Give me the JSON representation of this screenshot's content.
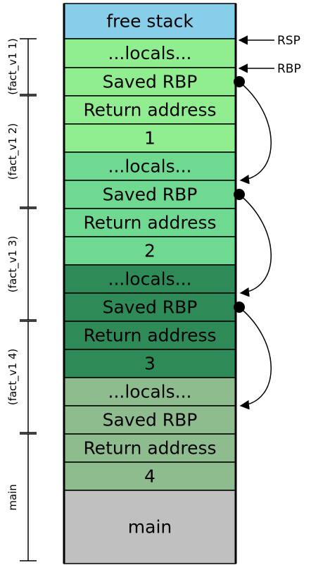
{
  "stack": {
    "cells": [
      {
        "label": "free stack",
        "color": "#87ceeb"
      },
      {
        "label": "...locals...",
        "color": "#90ee90"
      },
      {
        "label": "Saved RBP",
        "color": "#90ee90"
      },
      {
        "label": "Return address",
        "color": "#90ee90"
      },
      {
        "label": "1",
        "color": "#90ee90"
      },
      {
        "label": "...locals...",
        "color": "#6fd992"
      },
      {
        "label": "Saved RBP",
        "color": "#6fd992"
      },
      {
        "label": "Return address",
        "color": "#6fd992"
      },
      {
        "label": "2",
        "color": "#6fd992"
      },
      {
        "label": "...locals...",
        "color": "#2e8b57"
      },
      {
        "label": "Saved RBP",
        "color": "#2e8b57"
      },
      {
        "label": "Return address",
        "color": "#2e8b57"
      },
      {
        "label": "3",
        "color": "#2e8b57"
      },
      {
        "label": "...locals...",
        "color": "#8fbc8f"
      },
      {
        "label": "Saved RBP",
        "color": "#8fbc8f"
      },
      {
        "label": "Return address",
        "color": "#8fbc8f"
      },
      {
        "label": "4",
        "color": "#8fbc8f"
      },
      {
        "label": "main",
        "color": "#c0c0c0"
      }
    ]
  },
  "frames": [
    {
      "label": "(fact_v1 1)"
    },
    {
      "label": "(fact_v1 2)"
    },
    {
      "label": "(fact_v1 3)"
    },
    {
      "label": "(fact_v1 4)"
    },
    {
      "label": "main"
    }
  ],
  "pointers": {
    "rsp": "RSP",
    "rbp": "RBP"
  }
}
